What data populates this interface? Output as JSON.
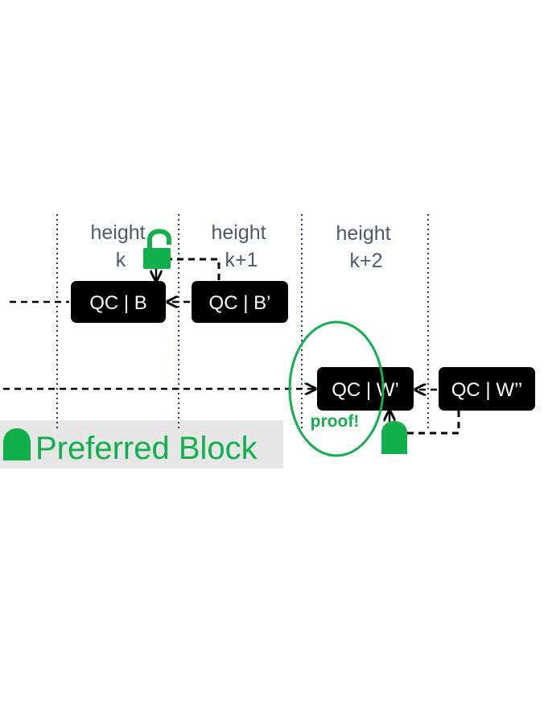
{
  "labels": {
    "height_k": [
      "height",
      "k"
    ],
    "height_k1": [
      "height",
      "k+1"
    ],
    "height_k2": [
      "height",
      "k+2"
    ]
  },
  "blocks": {
    "b": "QC | B",
    "b_prime": "QC | B’",
    "w_prime": "QC | W’",
    "w_double_prime": "QC | W’’"
  },
  "annotation": {
    "proof": "proof!"
  },
  "legend": {
    "text": "Preferred Block",
    "icon": "closed-lock-icon"
  },
  "icons": {
    "open_lock": "open-lock-icon",
    "closed_lock": "closed-lock-icon"
  },
  "colors": {
    "green": "#12b04c",
    "block_bg": "#000000",
    "block_text": "#ffffff",
    "label_text": "#4d5a6b",
    "divider": "#1f3a6e",
    "legend_bg": "#e6e6e6"
  }
}
